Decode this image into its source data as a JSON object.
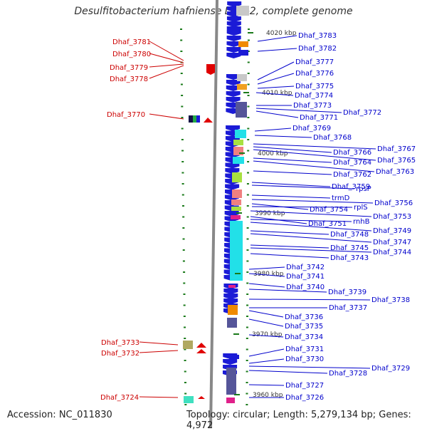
{
  "title": "Desulfitobacterium hafniense DCB-2, complete genome",
  "accession": "Accession: NC_011830",
  "topology": "Topology: circular; Length: 5,279,134 bp; Genes: 4,972",
  "colors": {
    "left_label": "#cc0000",
    "right_label": "#0000cc",
    "kbp_marker": "#1a7a1a",
    "backbone": "#888888"
  },
  "kbp_markers": [
    "4020 kbp",
    "4010 kbp",
    "4000 kbp",
    "3990 kbp",
    "3980 kbp",
    "3970 kbp",
    "3960 kbp"
  ],
  "left_labels": [
    "Dhaf_3781",
    "Dhaf_3780",
    "Dhaf_3779",
    "Dhaf_3778",
    "Dhaf_3770",
    "Dhaf_3733",
    "Dhaf_3732",
    "Dhaf_3724"
  ],
  "right_labels": [
    "Dhaf_3783",
    "Dhaf_3782",
    "Dhaf_3777",
    "Dhaf_3776",
    "Dhaf_3775",
    "Dhaf_3774",
    "Dhaf_3773",
    "Dhaf_3772",
    "Dhaf_3771",
    "Dhaf_3769",
    "Dhaf_3768",
    "Dhaf_3767",
    "Dhaf_3766",
    "Dhaf_3765",
    "Dhaf_3764",
    "Dhaf_3763",
    "Dhaf_3762",
    "Dhaf_3759",
    "rpsP",
    "trmD",
    "Dhaf_3756",
    "Dhaf_3754",
    "rplS",
    "Dhaf_3753",
    "Dhaf_3751",
    "rnhB",
    "Dhaf_3749",
    "Dhaf_3748",
    "Dhaf_3747",
    "Dhaf_3745",
    "Dhaf_3744",
    "Dhaf_3743",
    "Dhaf_3742",
    "Dhaf_3741",
    "Dhaf_3740",
    "Dhaf_3739",
    "Dhaf_3738",
    "Dhaf_3737",
    "Dhaf_3736",
    "Dhaf_3735",
    "Dhaf_3734",
    "Dhaf_3731",
    "Dhaf_3730",
    "Dhaf_3729",
    "Dhaf_3728",
    "Dhaf_3727",
    "Dhaf_3726"
  ]
}
